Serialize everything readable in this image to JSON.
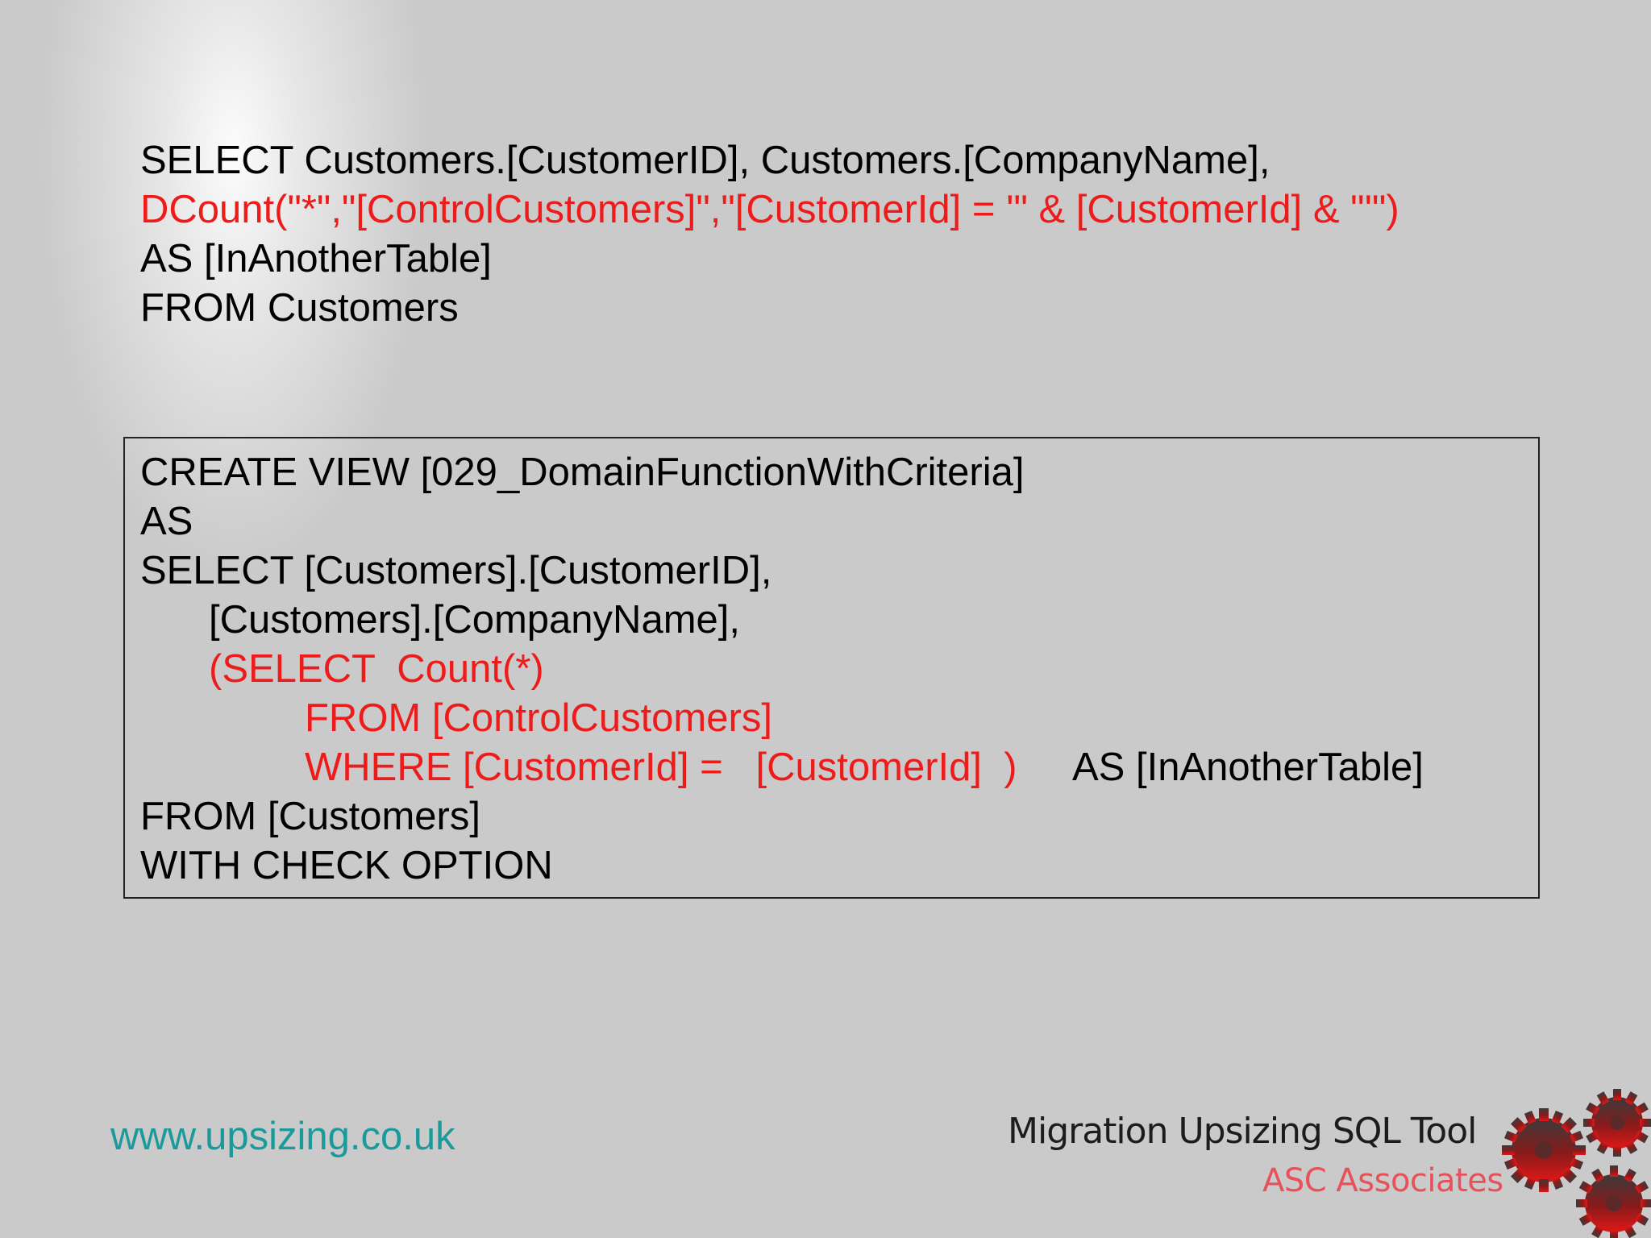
{
  "query_access": {
    "line1": "SELECT Customers.[CustomerID], Customers.[CompanyName],",
    "line2": "DCount(\"*\",\"[ControlCustomers]\",\"[CustomerId] = '\" & [CustomerId] & \"'\")",
    "line3": "AS [InAnotherTable]",
    "line4": "FROM Customers"
  },
  "view_sql": {
    "line1": "CREATE VIEW [029_DomainFunctionWithCriteria]",
    "line2": "AS",
    "line3": "SELECT [Customers].[CustomerID],",
    "line4": "[Customers].[CompanyName],",
    "line5": "(SELECT  Count(*)",
    "line6": "FROM [ControlCustomers]",
    "line7_red": "WHERE [CustomerId] =   [CustomerId]  )",
    "line7_black": "AS [InAnotherTable]",
    "line8": "FROM [Customers]",
    "line9": "WITH CHECK OPTION"
  },
  "footer": {
    "website": "www.upsizing.co.uk",
    "logo_title": "Migration Upsizing SQL Tool",
    "logo_subtitle": "ASC Associates"
  },
  "colors": {
    "highlight": "#ee1b1b",
    "text": "#000000",
    "website": "#1a9a9a",
    "background": "#cbcacb"
  },
  "icons": {
    "logo": "gears-icon"
  }
}
